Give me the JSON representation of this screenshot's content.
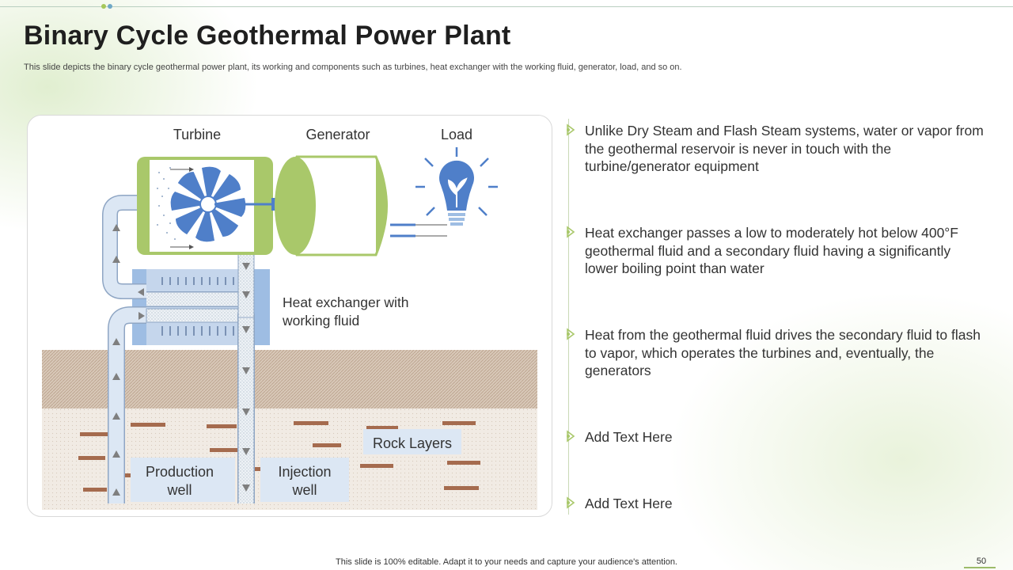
{
  "slide": {
    "title": "Binary Cycle Geothermal Power Plant",
    "subtitle": "This slide depicts the binary cycle  geothermal power plant, its working and components such as turbines, heat exchanger with the working fluid, generator, load, and so on.",
    "footer": "This slide is 100% editable. Adapt it to your needs and capture your audience's attention.",
    "page_number": "50"
  },
  "diagram": {
    "labels": {
      "turbine": "Turbine",
      "generator": "Generator",
      "load": "Load",
      "heat_exchanger_line1": "Heat exchanger with",
      "heat_exchanger_line2": "working fluid",
      "rock_layers": "Rock Layers",
      "production_line1": "Production",
      "production_line2": "well",
      "injection_line1": "Injection",
      "injection_line2": "well"
    },
    "colors": {
      "green": "#a9c86a",
      "blue": "#4f7fc9",
      "pipe": "#dce7f4",
      "pipe_border": "#8fa6c4",
      "soil": "#c9b4a0",
      "brick": "#a56b4e",
      "exchanger": "#9ebde3"
    }
  },
  "bullets": [
    {
      "text": "Unlike Dry Steam and Flash Steam systems, water or vapor from the geothermal reservoir is never in touch with the turbine/generator equipment"
    },
    {
      "text": "Heat exchanger passes a low to moderately hot below 400°F geothermal fluid and a secondary fluid having a significantly lower boiling point than water"
    },
    {
      "text": "Heat from the geothermal fluid drives the secondary fluid to flash to vapor, which operates the turbines and, eventually, the generators"
    },
    {
      "text": "Add Text Here"
    },
    {
      "text": "Add Text Here"
    }
  ]
}
